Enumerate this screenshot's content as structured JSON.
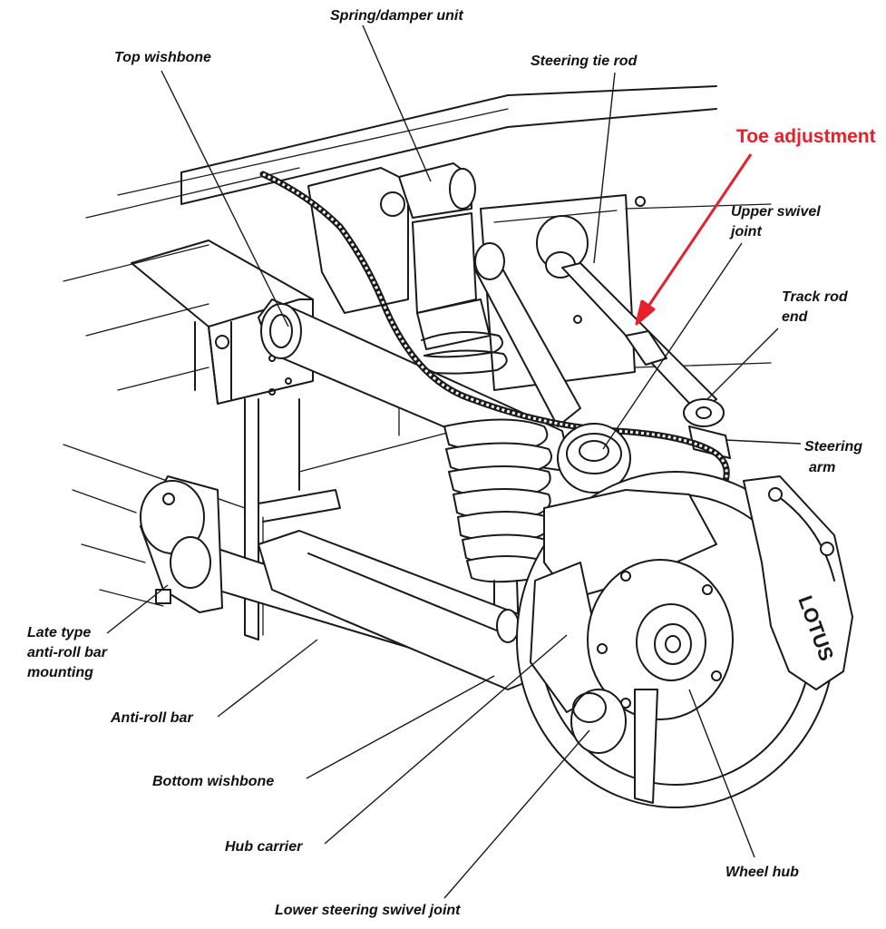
{
  "labels": {
    "spring_damper_unit": "Spring/damper unit",
    "top_wishbone": "Top wishbone",
    "steering_tie_rod": "Steering tie rod",
    "toe_adjustment": "Toe adjustment",
    "upper_swivel_joint_line1": "Upper swivel",
    "upper_swivel_joint_line2": "joint",
    "track_rod_end_line1": "Track rod",
    "track_rod_end_line2": "end",
    "steering_arm_line1": "Steering",
    "steering_arm_line2": "arm",
    "late_type_line1": "Late type",
    "late_type_line2": "anti-roll bar",
    "late_type_line3": "mounting",
    "anti_roll_bar": "Anti-roll bar",
    "bottom_wishbone": "Bottom wishbone",
    "hub_carrier": "Hub carrier",
    "wheel_hub": "Wheel hub",
    "lower_steering_swivel_joint": "Lower steering swivel joint"
  },
  "caliper_logo_text": "LOTUS",
  "colors": {
    "ink": "#1a1a1a",
    "annotation_red": "#e8202a",
    "background": "#ffffff"
  }
}
